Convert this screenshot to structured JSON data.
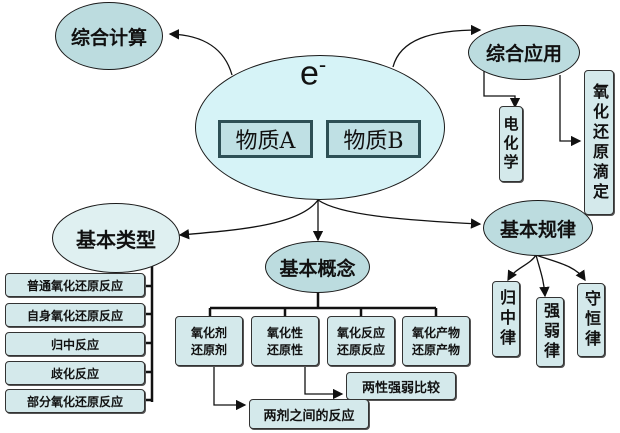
{
  "center": {
    "electron": "e",
    "electron_sup": "-",
    "substance_a": "物质A",
    "substance_b": "物质B"
  },
  "nodes": {
    "comprehensive_calc": "综合计算",
    "comprehensive_app": "综合应用",
    "basic_types": "基本类型",
    "basic_concepts": "基本概念",
    "basic_laws": "基本规律"
  },
  "applications": [
    "电化学",
    "氧化还原滴定"
  ],
  "types": [
    "普通氧化还原反应",
    "自身氧化还原反应",
    "归中反应",
    "歧化反应",
    "部分氧化还原反应"
  ],
  "concepts": [
    {
      "line1": "氧化剂",
      "line2": "还原剂"
    },
    {
      "line1": "氧化性",
      "line2": "还原性"
    },
    {
      "line1": "氧化反应",
      "line2": "还原反应"
    },
    {
      "line1": "氧化产物",
      "line2": "还原产物"
    }
  ],
  "concept_derived": {
    "strength_compare": "两性强弱比较",
    "agent_reaction": "两剂之间的反应"
  },
  "laws": [
    "归中律",
    "强弱律",
    "守恒律"
  ],
  "colors": {
    "node_fill": "#bcdcdf",
    "center_fill": "#d6f3f7",
    "box_fill": "#d4e9eb",
    "ab_border": "#2d4f55"
  }
}
